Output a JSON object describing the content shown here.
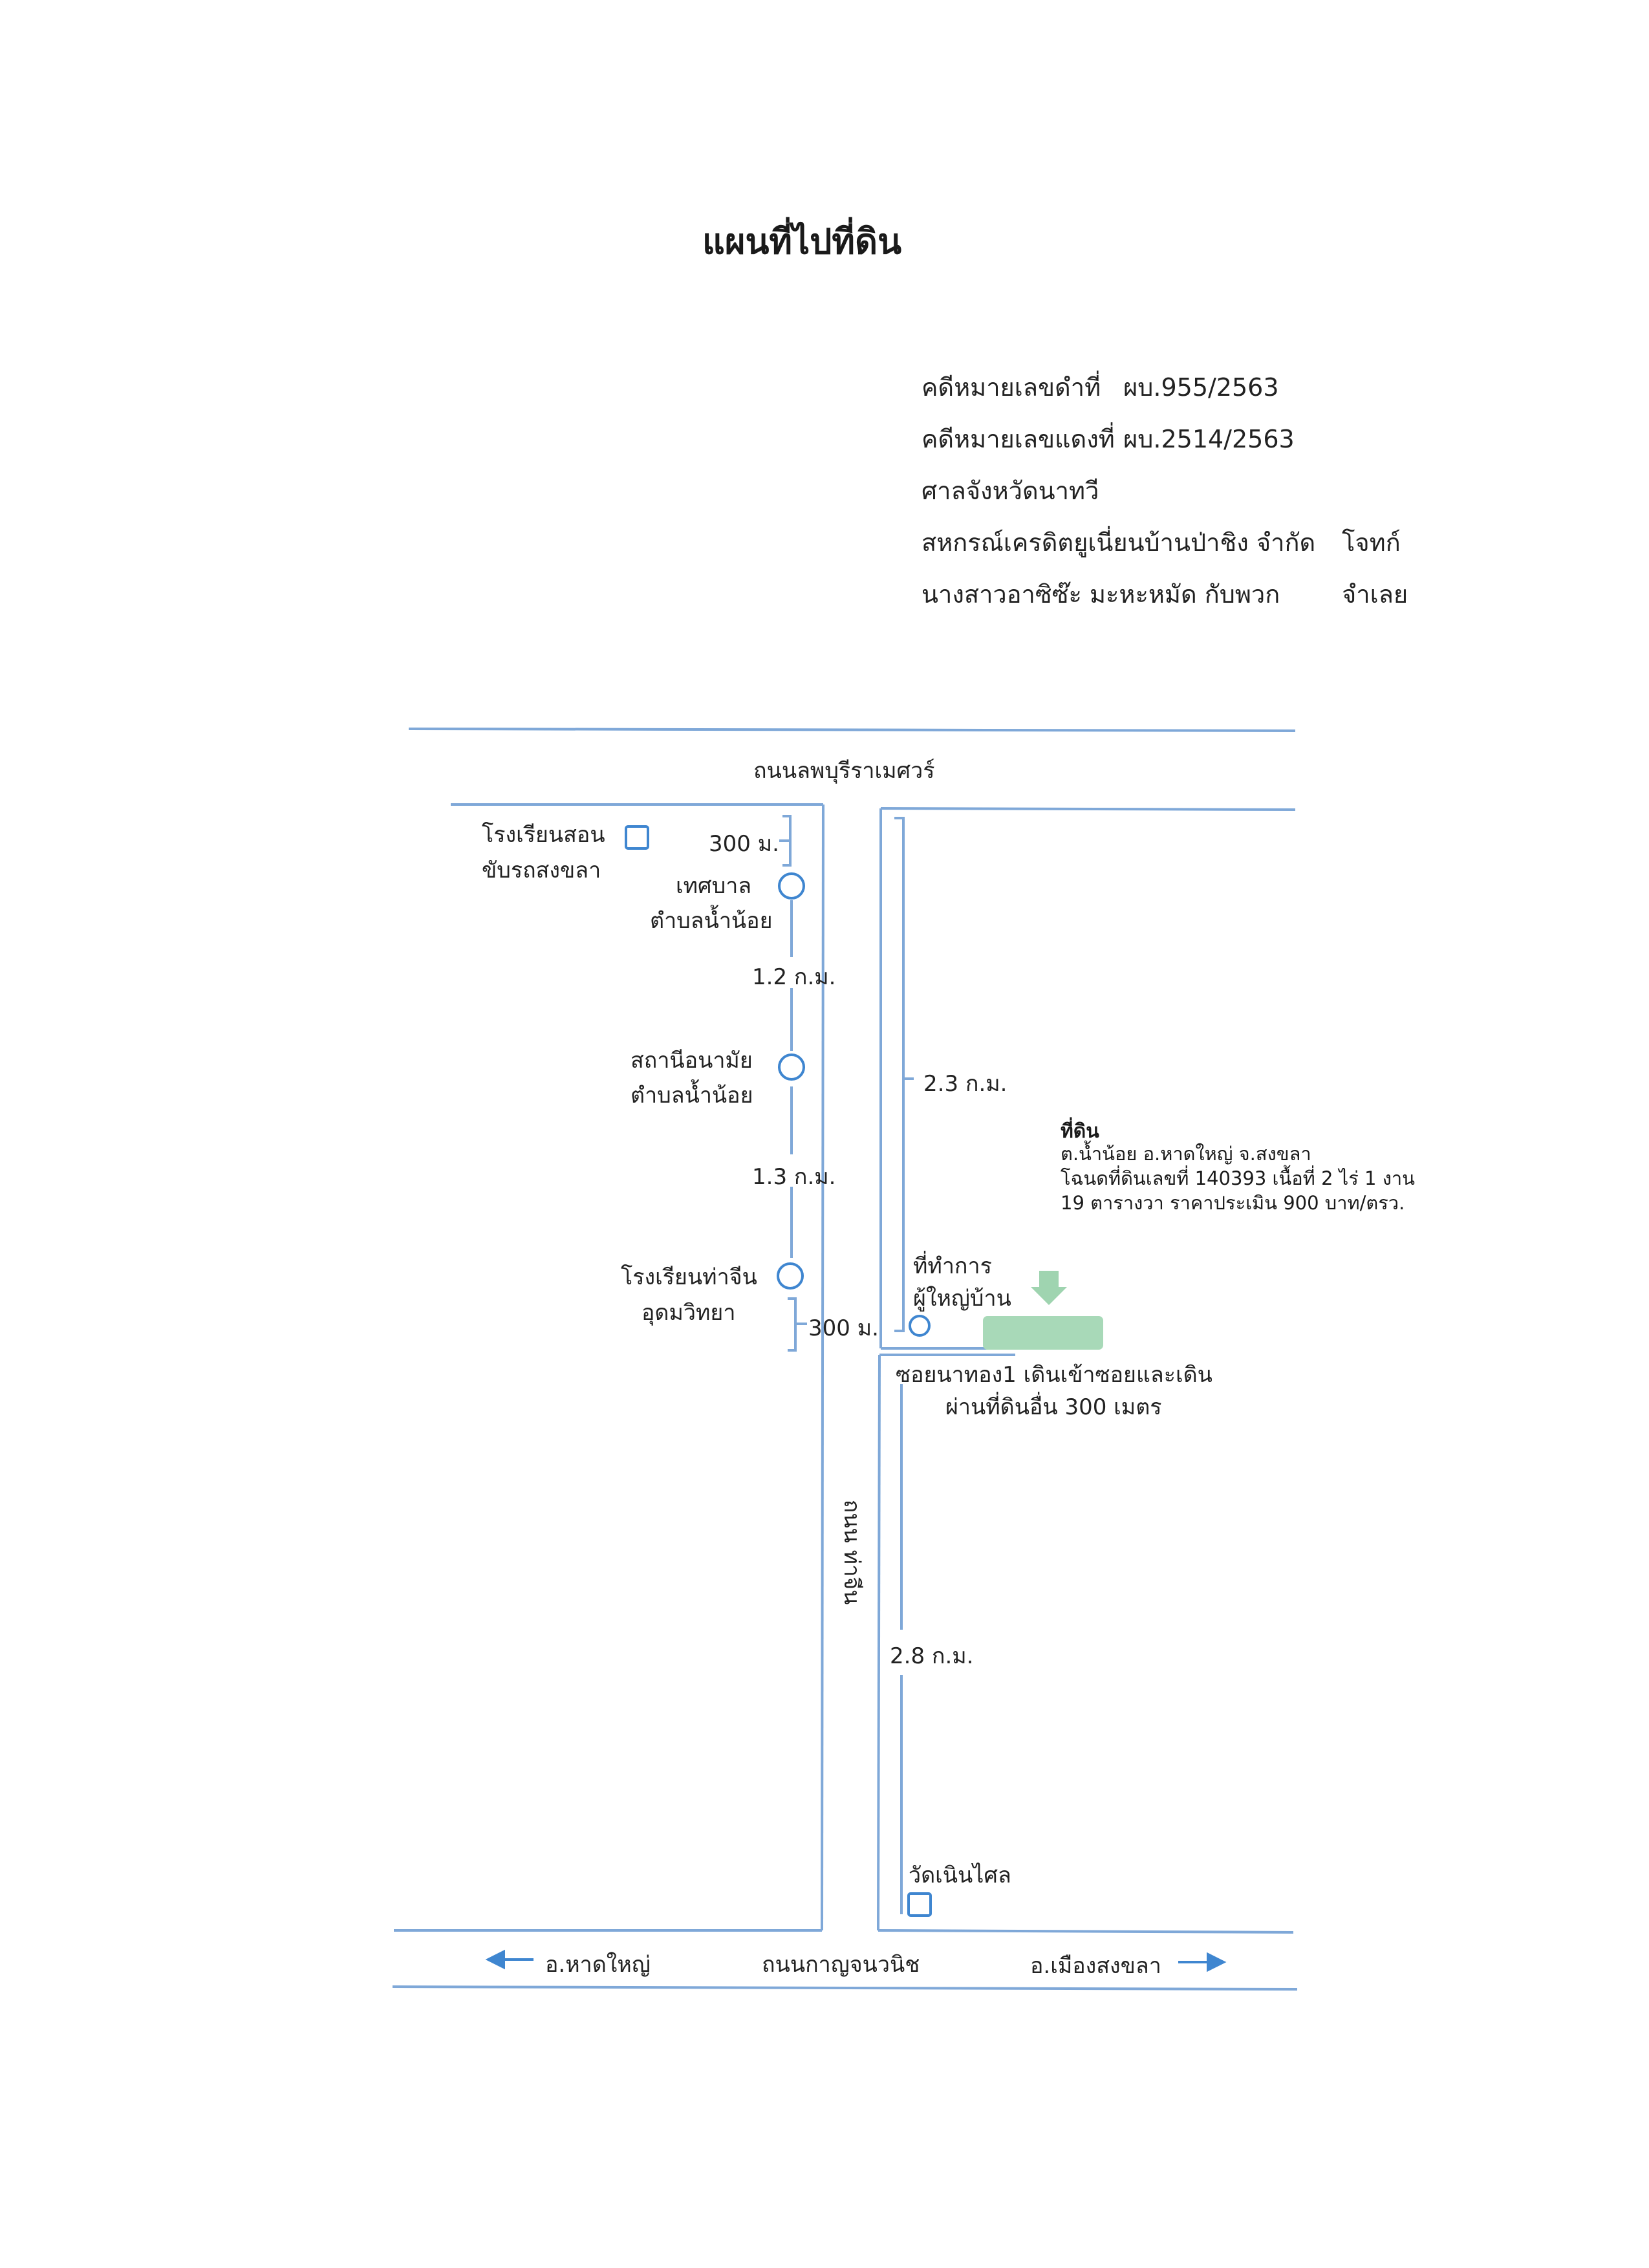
{
  "title": "แผนที่ไปที่ดิน",
  "case": {
    "black_no_label": "คดีหมายเลขดำที่",
    "black_no_value": "ผบ.955/2563",
    "red_no_label": "คดีหมายเลขแดงที่",
    "red_no_value": "ผบ.2514/2563",
    "court": "ศาลจังหวัดนาทวี",
    "plaintiff_name": "สหกรณ์เครดิตยูเนี่ยนบ้านป่าชิง จำกัด",
    "plaintiff_role": "โจทก์",
    "defendant_name": "นางสาวอาซิซ๊ะ มะหะหมัด กับพวก",
    "defendant_role": "จำเลย"
  },
  "map": {
    "road_top": "ถนนลพบุรีราเมศวร์",
    "road_bottom": "ถนนกาญจนวนิช",
    "road_vertical": "ถนน ท่าจีน",
    "direction_left": "อ.หาดใหญ่",
    "direction_right": "อ.เมืองสงขลา",
    "school_driving_line1": "โรงเรียนสอน",
    "school_driving_line2": "ขับรถสงขลา",
    "dist_300_top": "300 ม.",
    "municipality_line1": "เทศบาล",
    "municipality_line2": "ตำบลน้ำน้อย",
    "dist_1_2": "1.2 ก.ม.",
    "health_line1": "สถานีอนามัย",
    "health_line2": "ตำบลน้ำน้อย",
    "dist_1_3": "1.3 ก.ม.",
    "school_thachin_line1": "โรงเรียนท่าจีน",
    "school_thachin_line2": "อุดมวิทยา",
    "dist_300_bottom": "300 ม.",
    "dist_2_3": "2.3 ก.ม.",
    "headman_line1": "ที่ทำการ",
    "headman_line2": "ผู้ใหญ่บ้าน",
    "soi_line1": "ซอยนาทอง1  เดินเข้าซอยและเดิน",
    "soi_line2": "ผ่านที่ดินอื่น 300 เมตร",
    "dist_2_8": "2.8 ก.ม.",
    "temple": "วัดเนินไศล",
    "land_title": "ที่ดิน",
    "land_line1": "ต.น้ำน้อย อ.หาดใหญ่ จ.สงขลา",
    "land_line2": "โฉนดที่ดินเลขที่ 140393 เนื้อที่ 2 ไร่ 1 งาน",
    "land_line3": "19 ตารางวา ราคาประเมิน 900 บาท/ตรว."
  },
  "colors": {
    "road_line": "#7fa8d8",
    "marker": "#3f86d0",
    "land_parcel": "#a8d9b8",
    "arrow_green": "#9fd4b0",
    "direction_arrow": "#3f86d0"
  }
}
